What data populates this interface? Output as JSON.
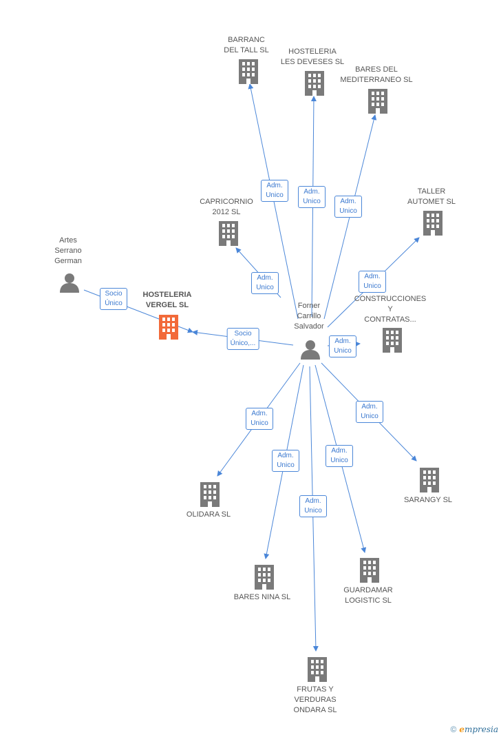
{
  "colors": {
    "edge": "#4a86d8",
    "building": "#7a7a7a",
    "focus_building": "#f26a3a",
    "person": "#7a7a7a",
    "label_text": "#555555"
  },
  "center_person": {
    "id": "forner",
    "lines": [
      "Forner",
      "Carrillo",
      "Salvador"
    ],
    "icon": "person-icon"
  },
  "nodes": [
    {
      "id": "barranc",
      "type": "company",
      "lines": [
        "BARRANC",
        "DEL TALL SL"
      ]
    },
    {
      "id": "hosteleria-deveses",
      "type": "company",
      "lines": [
        "HOSTELERIA",
        "LES DEVESES SL"
      ]
    },
    {
      "id": "bares-mediterraneo",
      "type": "company",
      "lines": [
        "BARES DEL",
        "MEDITERRANEO SL"
      ]
    },
    {
      "id": "capricornio",
      "type": "company",
      "lines": [
        "CAPRICORNIO",
        "2012 SL"
      ]
    },
    {
      "id": "taller-automet",
      "type": "company",
      "lines": [
        "TALLER",
        "AUTOMET SL"
      ]
    },
    {
      "id": "artes",
      "type": "person",
      "lines": [
        "Artes",
        "Serrano",
        "German"
      ]
    },
    {
      "id": "hosteleria-vergel",
      "type": "company",
      "focus": true,
      "lines": [
        "HOSTELERIA",
        "VERGEL SL"
      ]
    },
    {
      "id": "construcciones",
      "type": "company",
      "lines": [
        "CONSTRUCCIONES",
        "Y",
        "CONTRATAS..."
      ]
    },
    {
      "id": "olidara",
      "type": "company",
      "lines": [
        "OLIDARA SL"
      ]
    },
    {
      "id": "sarangy",
      "type": "company",
      "lines": [
        "SARANGY SL"
      ]
    },
    {
      "id": "bares-nina",
      "type": "company",
      "lines": [
        "BARES NINA SL"
      ]
    },
    {
      "id": "guardamar",
      "type": "company",
      "lines": [
        "GUARDAMAR",
        "LOGISTIC SL"
      ]
    },
    {
      "id": "frutas",
      "type": "company",
      "lines": [
        "FRUTAS Y",
        "VERDURAS",
        "ONDARA SL"
      ]
    }
  ],
  "edges": [
    {
      "from": "forner",
      "to": "barranc",
      "label": [
        "Adm.",
        "Unico"
      ]
    },
    {
      "from": "forner",
      "to": "hosteleria-deveses",
      "label": [
        "Adm.",
        "Unico"
      ]
    },
    {
      "from": "forner",
      "to": "bares-mediterraneo",
      "label": [
        "Adm.",
        "Unico"
      ]
    },
    {
      "from": "forner",
      "to": "capricornio",
      "label": [
        "Adm.",
        "Unico"
      ]
    },
    {
      "from": "forner",
      "to": "taller-automet",
      "label": [
        "Adm.",
        "Unico"
      ]
    },
    {
      "from": "forner",
      "to": "construcciones",
      "label": [
        "Adm.",
        "Unico"
      ]
    },
    {
      "from": "forner",
      "to": "hosteleria-vergel",
      "label": [
        "Socio",
        "Único,..."
      ]
    },
    {
      "from": "artes",
      "to": "hosteleria-vergel",
      "label": [
        "Socio",
        "Único"
      ]
    },
    {
      "from": "forner",
      "to": "olidara",
      "label": [
        "Adm.",
        "Unico"
      ]
    },
    {
      "from": "forner",
      "to": "sarangy",
      "label": [
        "Adm.",
        "Unico"
      ]
    },
    {
      "from": "forner",
      "to": "bares-nina",
      "label": [
        "Adm.",
        "Unico"
      ]
    },
    {
      "from": "forner",
      "to": "guardamar",
      "label": [
        "Adm.",
        "Unico"
      ]
    },
    {
      "from": "forner",
      "to": "frutas",
      "label": [
        "Adm.",
        "Unico"
      ]
    }
  ],
  "footer": {
    "copyright": "©",
    "brand_initial": "e",
    "brand_rest": "mpresia"
  }
}
